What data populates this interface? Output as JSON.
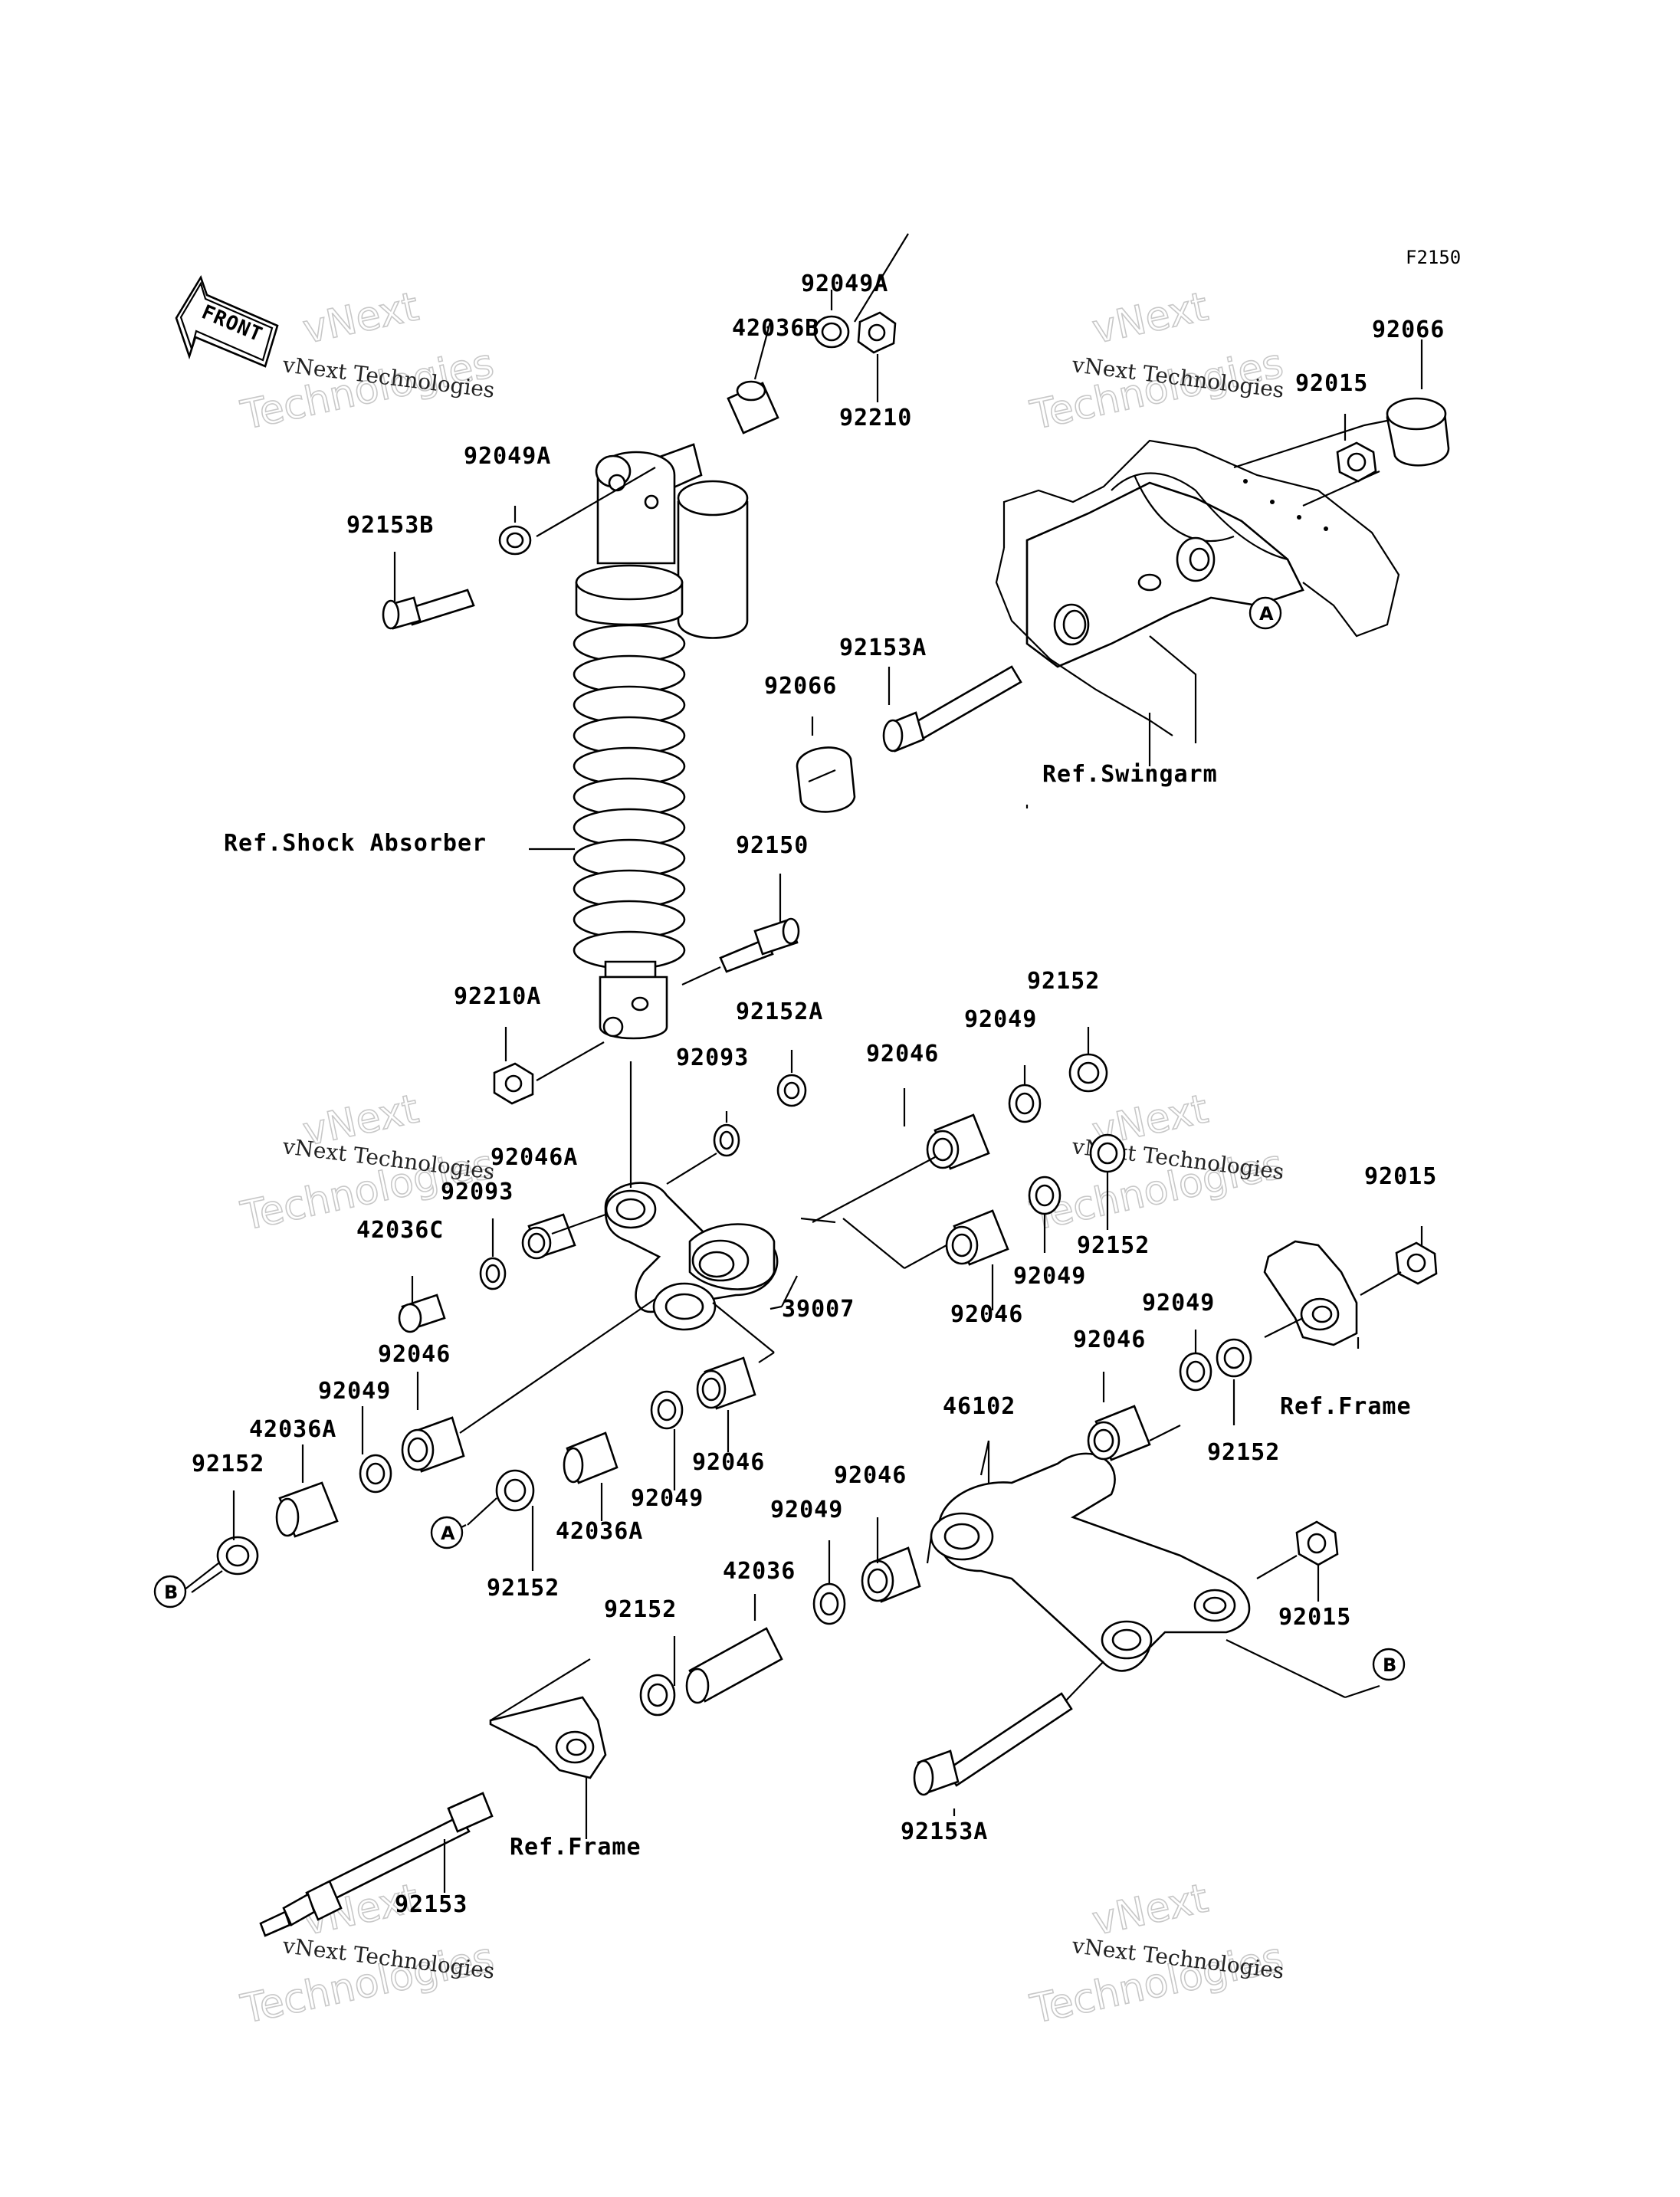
{
  "diagram_code": "F2150",
  "front_arrow_label": "FRONT",
  "watermark": {
    "line1": "vNext Technologies",
    "line2": "vNext",
    "line3": "Technologies"
  },
  "references": {
    "swingarm": "Ref.Swingarm",
    "shock_absorber": "Ref.Shock Absorber",
    "frame_right": "Ref.Frame",
    "frame_bottom": "Ref.Frame"
  },
  "callouts": {
    "a": "A",
    "b": "B"
  },
  "parts": [
    "92049A",
    "42036B",
    "92210",
    "92049A",
    "92153B",
    "92066",
    "92015",
    "92153A",
    "92066",
    "92150",
    "92210A",
    "92152A",
    "92093",
    "92152",
    "92049",
    "92046",
    "92046A",
    "92093",
    "42036C",
    "92152",
    "92049",
    "92046",
    "39007",
    "92015",
    "92049",
    "92046",
    "92152",
    "46102",
    "92046",
    "92049",
    "42036A",
    "92152",
    "92049",
    "42036A",
    "92046",
    "92152",
    "92046",
    "92049",
    "42036",
    "92152",
    "92015",
    "92153A",
    "92153"
  ]
}
